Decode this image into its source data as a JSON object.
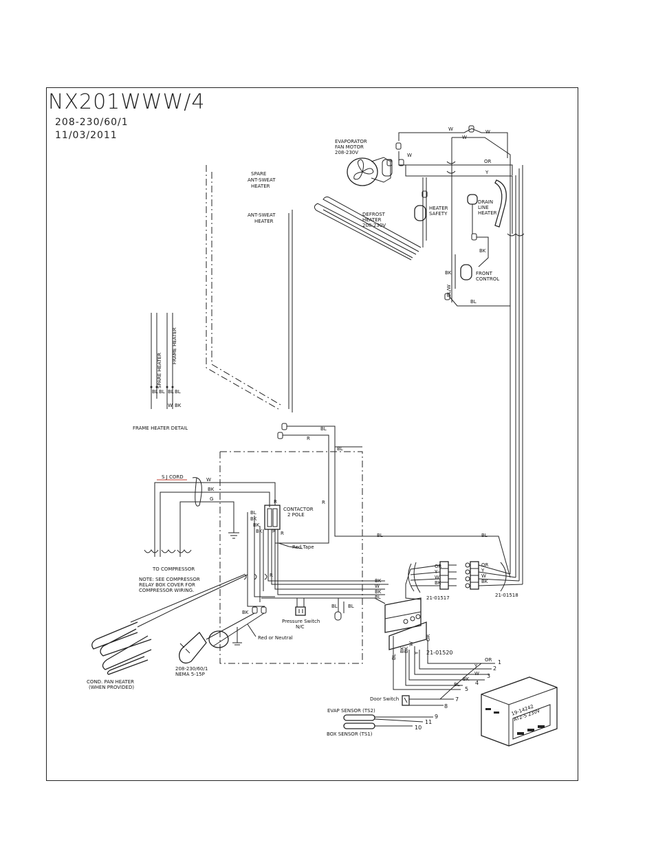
{
  "header": {
    "model": "NX201WWW/4",
    "voltage": "208-230/60/1",
    "date": "11/03/2011"
  },
  "components": {
    "evap_fan": [
      "EVAPORATOR",
      "FAN MOTOR",
      "208-230V"
    ],
    "defrost_heater": [
      "DEFROST",
      "HEATER",
      "208-230V"
    ],
    "heater_safety": [
      "HEATER",
      "SAFETY"
    ],
    "drain_line_heater": [
      "DRAIN",
      "LINE",
      "HEATER"
    ],
    "front_control": [
      "FRONT",
      "CONTROL"
    ],
    "spare_heater": [
      "SPARE",
      "ANT-SWEAT",
      "HEATER"
    ],
    "anti_sweat_heater": [
      "ANT-SWEAT",
      "HEATER"
    ],
    "frame_heater_detail": "FRAME HEATER DETAIL",
    "spare_heater_label": "SPARE HEATER",
    "frame_heater_label": "FRAME HEATER",
    "sj_cord": "S J CORD",
    "contactor": [
      "CONTACTOR",
      "2 POLE"
    ],
    "red_tape": "Red Tape",
    "to_compressor": "TO COMPRESSOR",
    "compressor_note": [
      "NOTE: SEE COMPRESSOR",
      "RELAY BOX COVER FOR",
      "COMPRESSOR WIRING."
    ],
    "pressure_switch": [
      "Pressure Switch",
      "N/C"
    ],
    "red_or_neutral": "Red or Neutral",
    "plug": [
      "208-230/60/1",
      "NEMA 5-15P"
    ],
    "cond_pan_heater": [
      "COND. PAN HEATER",
      "(WHEN PROVIDED)"
    ],
    "connector_1": "21-01517",
    "connector_2": "21-01518",
    "connector_3": "21-01520",
    "door_switch": "Door Switch",
    "evap_sensor": "EVAP SENSOR (TS2)",
    "box_sensor": "BOX SENSOR (TS1)",
    "controller": [
      "19-14242",
      "AT2-5 230V"
    ]
  },
  "wire_colors": {
    "w": "W",
    "bk": "BK",
    "g": "G",
    "r": "R",
    "bl": "BL",
    "or": "OR",
    "y": "Y",
    "blw": "BL/W"
  },
  "terminals": {
    "t1": "1",
    "t2": "2",
    "t3": "3",
    "t4": "4",
    "t5": "5",
    "t7": "7",
    "t8": "8",
    "t9": "9",
    "t10": "10",
    "t11": "11"
  },
  "colors": {
    "line": "#222222",
    "background": "#ffffff",
    "red_wire": "#c0392b"
  }
}
